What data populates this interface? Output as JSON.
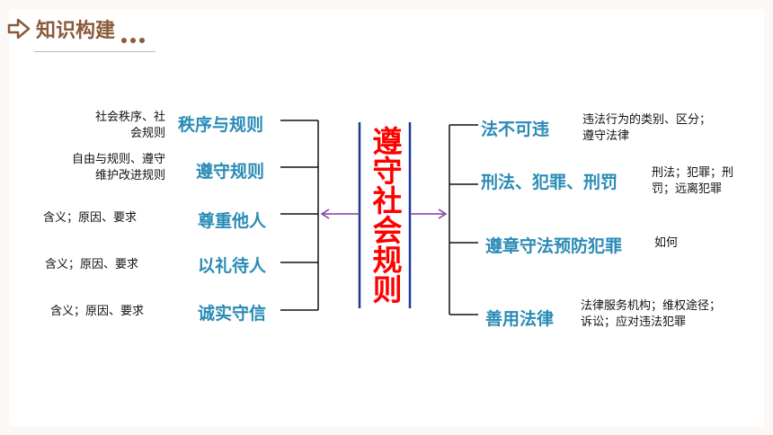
{
  "header": {
    "title": "知识构建"
  },
  "center": {
    "title": "遵守社会规则"
  },
  "left_branches": [
    {
      "label": "秩序与规则",
      "desc": [
        "社会秩序、社",
        "会规则"
      ]
    },
    {
      "label": "遵守规则",
      "desc": [
        "自由与规则、遵守",
        "维护改进规则"
      ]
    },
    {
      "label": "尊重他人",
      "desc": [
        "含义；原因、要求"
      ]
    },
    {
      "label": "以礼待人",
      "desc": [
        "含义；原因、要求"
      ]
    },
    {
      "label": "诚实守信",
      "desc": [
        "含义；原因、要求"
      ]
    }
  ],
  "right_branches": [
    {
      "label": "法不可违",
      "desc": [
        "违法行为的类别、区分；",
        "遵守法律"
      ]
    },
    {
      "label": "刑法、犯罪、刑罚",
      "desc": [
        "刑法；犯罪；刑",
        "罚；远离犯罪"
      ]
    },
    {
      "label": "遵章守法预防犯罪",
      "desc": [
        "如何"
      ]
    },
    {
      "label": "善用法律",
      "desc": [
        "法律服务机构；维权途径；",
        "诉讼；应对违法犯罪"
      ]
    }
  ],
  "colors": {
    "node": "#2a8bb5",
    "center": "#ff0000",
    "center_bar": "#1f3a93",
    "arrow": "#7b3fa0",
    "brown": "#8a5a3a"
  }
}
